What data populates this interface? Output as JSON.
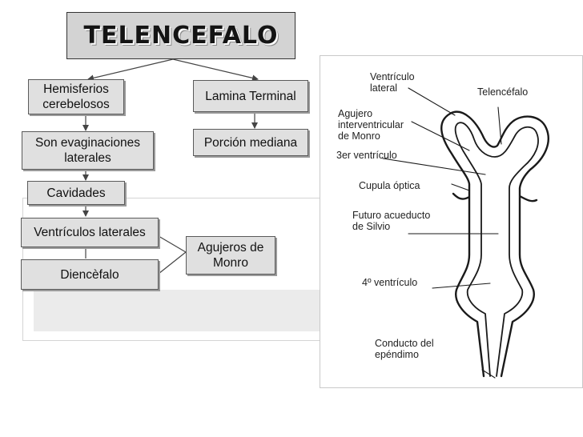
{
  "title": "TELENCEFALO",
  "concept_map": {
    "hemisferios": "Hemisferios\ncerebelosos",
    "lamina_terminal": "Lamina Terminal",
    "evaginaciones": "Son evaginaciones\nlaterales",
    "porcion_mediana": "Porción mediana",
    "cavidades": "Cavidades",
    "ventriculos_laterales": "Ventrículos laterales",
    "agujeros_monro": "Agujeros de\nMonro",
    "diencefalo": "Diencèfalo"
  },
  "figure": {
    "labels": {
      "ventriculo_lateral": "Ventrículo\nlateral",
      "telencefalo": "Telencéfalo",
      "agujero_monro": "Agujero\ninterventricular\nde Monro",
      "tercer_ventriculo": "3er ventrículo",
      "cupula_optica": "Cupula óptica",
      "acueducto": "Futuro acueducto\nde Silvio",
      "cuarto_ventriculo": "4º ventrículo",
      "conducto_ependimo": "Conducto del\nepéndimo"
    }
  },
  "colors": {
    "box_fill": "#e0e0e0",
    "title_fill": "#d3d3d3",
    "line": "#444444"
  }
}
